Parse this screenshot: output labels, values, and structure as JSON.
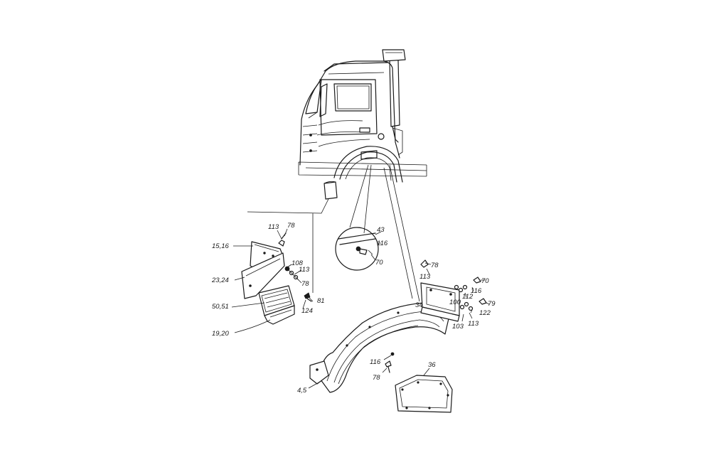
{
  "callouts": {
    "c113a": "113",
    "c78a": "78",
    "c1516": "15,16",
    "c108": "108",
    "c113b": "113",
    "c2324": "23,24",
    "c78b": "78",
    "c5051": "50,51",
    "c81": "81",
    "c124": "124",
    "c1920": "19,20",
    "c43": "43",
    "c116a": "116",
    "c70a": "70",
    "c78c": "78",
    "c113c": "113",
    "c70b": "70",
    "c116b": "116",
    "c112": "112",
    "c79": "79",
    "c100": "100",
    "c122": "122",
    "c34": "34",
    "c103": "103",
    "c113d": "113",
    "c116c": "116",
    "c78d": "78",
    "c36": "36",
    "c45": "4,5"
  }
}
